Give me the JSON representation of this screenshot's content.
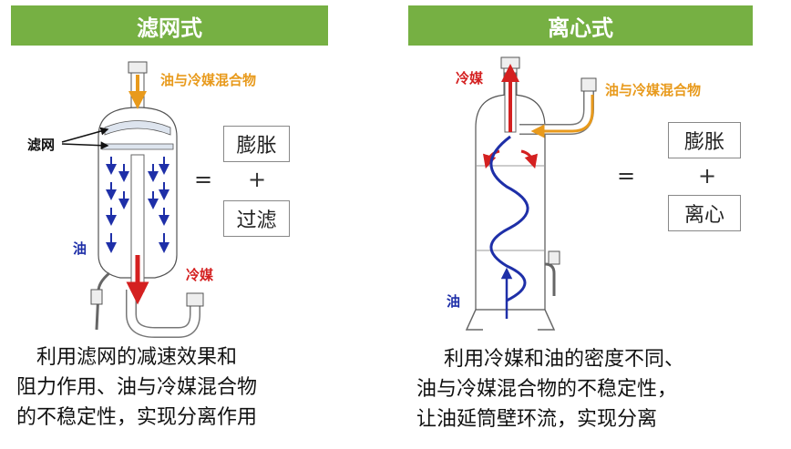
{
  "left": {
    "title": "滤网式",
    "inlet_label": "油与冷媒混合物",
    "screen_label": "滤网",
    "oil_label": "油",
    "refrigerant_label": "冷媒",
    "box_top": "膨胀",
    "plus": "+",
    "box_bottom": "过滤",
    "equals": "=",
    "caption": [
      "利用滤网的减速效果和",
      "阻力作用、油与冷媒混合物",
      "的不稳定性，实现分离作用"
    ]
  },
  "right": {
    "title": "离心式",
    "inlet_label": "油与冷媒混合物",
    "refrigerant_label": "冷媒",
    "oil_label": "油",
    "box_top": "膨胀",
    "plus": "+",
    "box_bottom": "离心",
    "equals": "=",
    "caption": [
      "利用冷媒和油的密度不同、",
      "油与冷媒混合物的不稳定性，",
      "让油延筒壁环流，实现分离"
    ]
  },
  "colors": {
    "header_green": "#76b043",
    "orange": "#e89a1c",
    "red": "#d42020",
    "blue": "#1e2fa8"
  }
}
